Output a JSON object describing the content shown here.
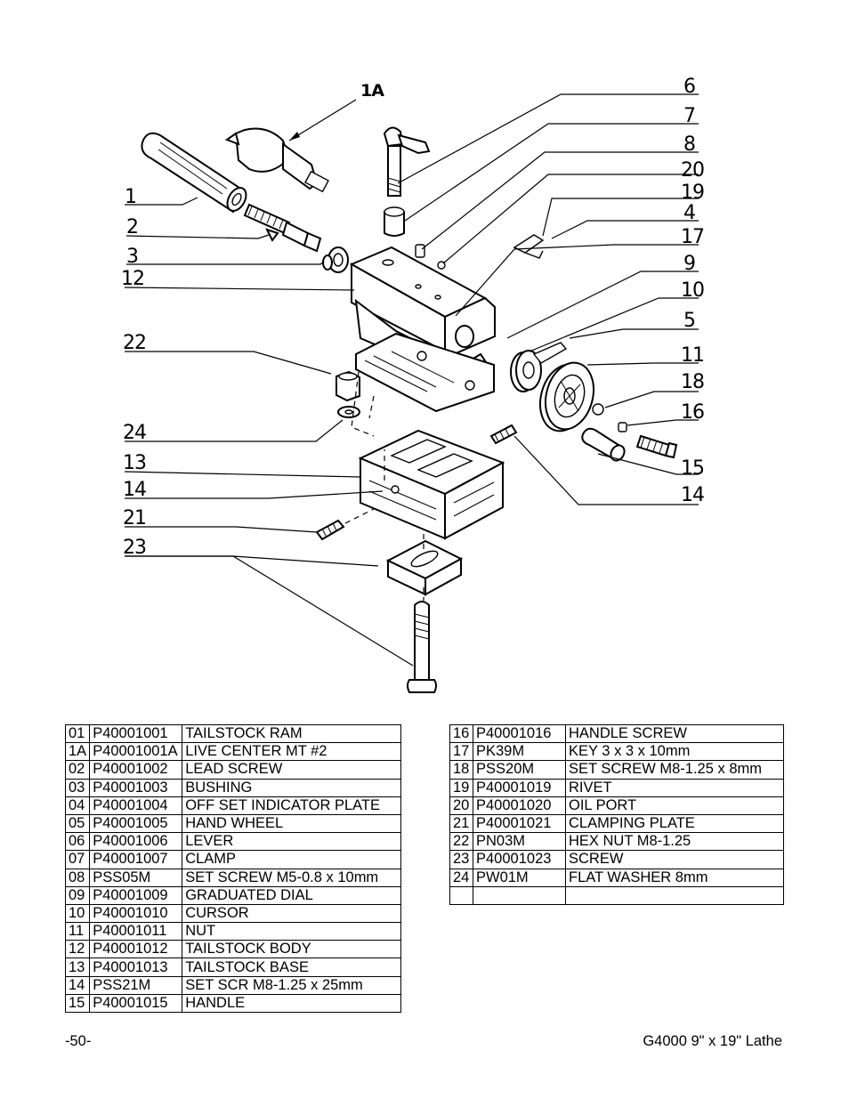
{
  "diagram": {
    "labels": {
      "l1": "1",
      "l1A": "1A",
      "l2": "2",
      "l3": "3",
      "l12": "12",
      "l22": "22",
      "l24": "24",
      "l13": "13",
      "l14a": "14",
      "l21": "21",
      "l23": "23",
      "r6": "6",
      "r7": "7",
      "r8": "8",
      "r20": "20",
      "r19": "19",
      "r4": "4",
      "r17": "17",
      "r9": "9",
      "r10": "10",
      "r5": "5",
      "r11": "11",
      "r18": "18",
      "r16": "16",
      "r15": "15",
      "r14": "14"
    }
  },
  "parts_left": [
    {
      "no": "01",
      "part": "P40001001",
      "desc": "TAILSTOCK RAM"
    },
    {
      "no": "1A",
      "part": "P40001001A",
      "desc": "LIVE CENTER MT #2"
    },
    {
      "no": "02",
      "part": "P40001002",
      "desc": "LEAD SCREW"
    },
    {
      "no": "03",
      "part": "P40001003",
      "desc": "BUSHING"
    },
    {
      "no": "04",
      "part": "P40001004",
      "desc": "OFF SET INDICATOR PLATE"
    },
    {
      "no": "05",
      "part": "P40001005",
      "desc": "HAND WHEEL"
    },
    {
      "no": "06",
      "part": "P40001006",
      "desc": "LEVER"
    },
    {
      "no": "07",
      "part": "P40001007",
      "desc": "CLAMP"
    },
    {
      "no": "08",
      "part": "PSS05M",
      "desc": "SET SCREW M5-0.8 x 10mm"
    },
    {
      "no": "09",
      "part": "P40001009",
      "desc": "GRADUATED DIAL"
    },
    {
      "no": "10",
      "part": "P40001010",
      "desc": "CURSOR"
    },
    {
      "no": "11",
      "part": "P40001011",
      "desc": "NUT"
    },
    {
      "no": "12",
      "part": "P40001012",
      "desc": "TAILSTOCK BODY"
    },
    {
      "no": "13",
      "part": "P40001013",
      "desc": "TAILSTOCK BASE"
    },
    {
      "no": "14",
      "part": "PSS21M",
      "desc": "SET SCR M8-1.25 x 25mm"
    },
    {
      "no": "15",
      "part": "P40001015",
      "desc": "HANDLE"
    }
  ],
  "parts_right": [
    {
      "no": "16",
      "part": "P40001016",
      "desc": "HANDLE SCREW"
    },
    {
      "no": "17",
      "part": "PK39M",
      "desc": "KEY 3 x 3 x 10mm"
    },
    {
      "no": "18",
      "part": "PSS20M",
      "desc": "SET SCREW M8-1.25 x 8mm"
    },
    {
      "no": "19",
      "part": "P40001019",
      "desc": "RIVET"
    },
    {
      "no": "20",
      "part": "P40001020",
      "desc": "OIL PORT"
    },
    {
      "no": "21",
      "part": "P40001021",
      "desc": "CLAMPING PLATE"
    },
    {
      "no": "22",
      "part": "PN03M",
      "desc": "HEX NUT M8-1.25"
    },
    {
      "no": "23",
      "part": "P40001023",
      "desc": "SCREW"
    },
    {
      "no": "24",
      "part": "PW01M",
      "desc": "FLAT WASHER 8mm"
    },
    {
      "no": "",
      "part": "",
      "desc": ""
    }
  ],
  "footer": {
    "page": "-50-",
    "title": "G4000 9\" x 19\" Lathe"
  }
}
